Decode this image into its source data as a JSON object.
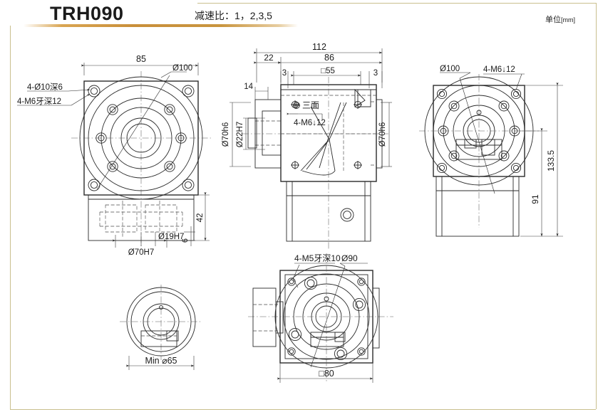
{
  "header": {
    "model_title": "TRH090",
    "ratio_label": "减速比：1，2,3,5",
    "unit_label": "单位",
    "unit_value": "[mm]",
    "accent_color": "#c9953f",
    "frame_color": "#c9bf8e"
  },
  "views": {
    "front_left": {
      "name": "output-flange-front-view",
      "dimensions": {
        "width_85": "85",
        "pilot_dia": "Ø100",
        "callout_counterbore": "4-Ø10深6",
        "callout_tapped": "4-M6牙深12",
        "shaft_bore": "Ø19H7",
        "register_bore": "Ø70H7",
        "height_42": "42",
        "depth_6": "6"
      }
    },
    "section_center": {
      "name": "cross-section-side-view",
      "dimensions": {
        "overall_112": "112",
        "input_22": "22",
        "body_86": "86",
        "square_55": "□55",
        "step_left_3": "3",
        "step_right_3": "3",
        "input_len_14": "14",
        "input_pilot": "Ø70h6",
        "input_shaft": "Ø22H7",
        "output_pilot": "Ø70h6",
        "three_faces": "三面",
        "tapped_m6": "4-M6↓12"
      }
    },
    "rear_right": {
      "name": "input-flange-rear-view",
      "dimensions": {
        "pilot_dia": "Ø100",
        "tapped_m6": "4-M6↓12",
        "height_133_5": "133.5",
        "height_91": "91"
      }
    },
    "bottom_small": {
      "name": "shaft-end-detail-view",
      "dimensions": {
        "min_dia": "Min ⌀65"
      }
    },
    "bottom_center": {
      "name": "mounting-face-bottom-view",
      "dimensions": {
        "tapped_m5": "4-M5牙深10",
        "bolt_circle": "Ø90",
        "square_80": "□80"
      }
    }
  }
}
